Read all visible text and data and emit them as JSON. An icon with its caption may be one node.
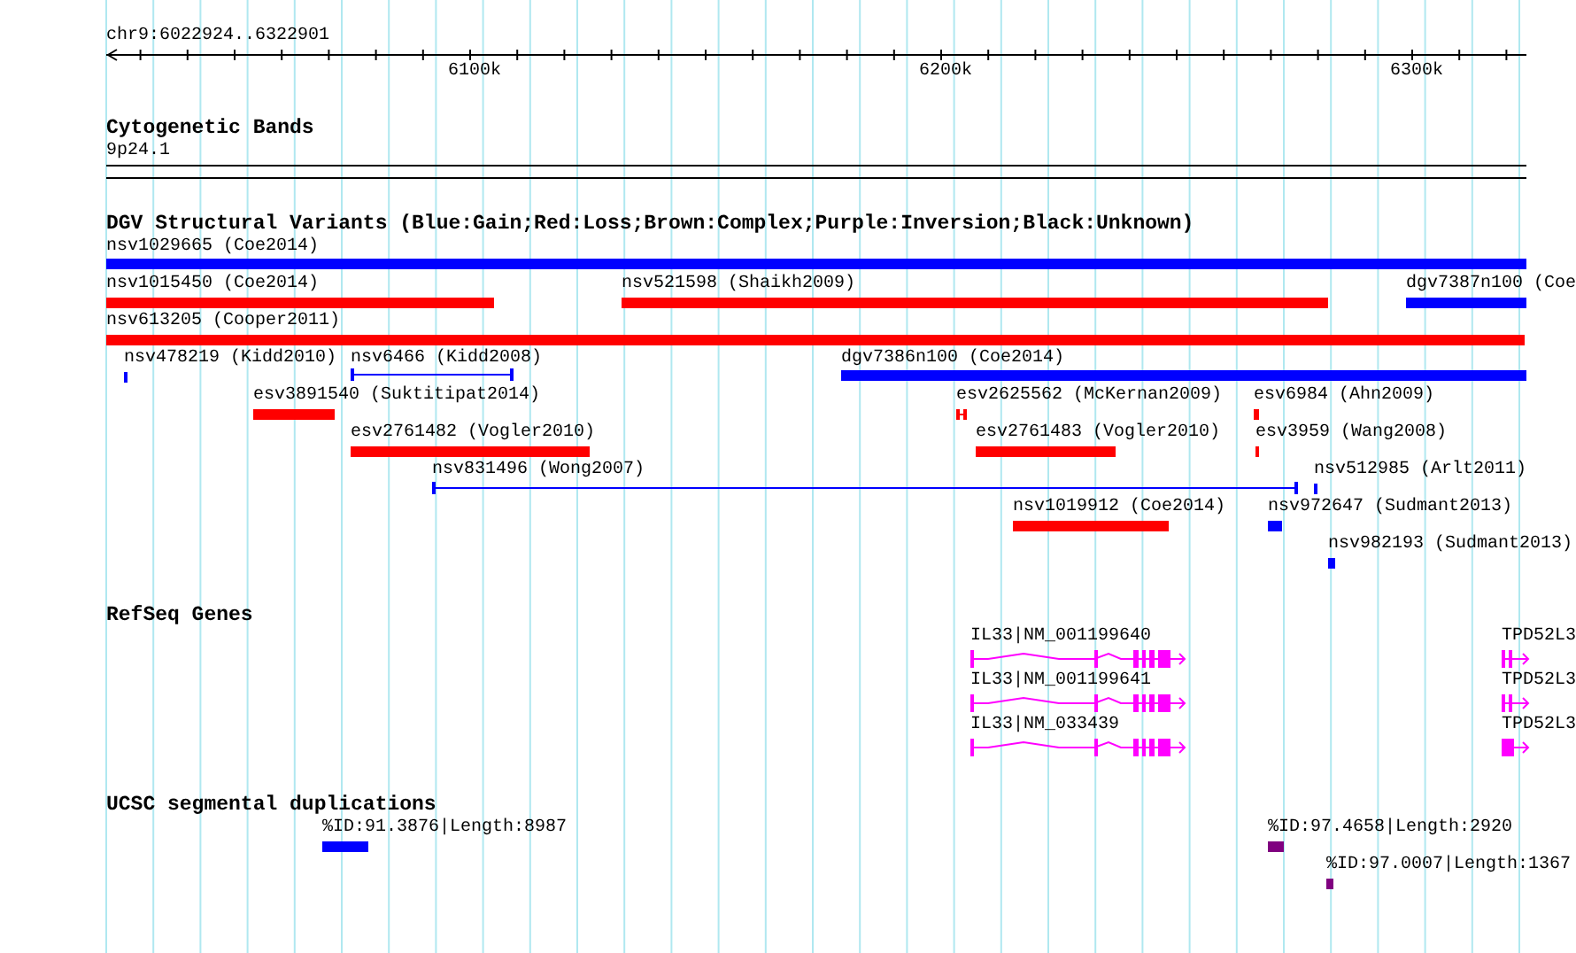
{
  "diagram": {
    "title": "chr9:6022924..6322901",
    "nodes": [
      {
        "text": [
          "nsv1029665 (Coe2014)"
        ]
      },
      {
        "text": [
          "nsv1015450 (Coe2014)"
        ]
      },
      {
        "text": [
          "nsv521598 (Shaikh2009)"
        ]
      },
      {
        "text": [
          "dgv7387n100 (Coe"
        ]
      },
      {
        "text": [
          "nsv613205 (Cooper2011)"
        ]
      },
      {
        "text": [
          "nsv478219 (Kidd2010)"
        ]
      },
      {
        "text": [
          "nsv6466 (Kidd2008)"
        ]
      },
      {
        "text": [
          "dgv7386n100 (Coe2014)"
        ]
      },
      {
        "text": [
          "esv3891540 (Suktitipat2014)"
        ]
      },
      {
        "text": [
          "esv2625562 (McKernan2009)"
        ]
      },
      {
        "text": [
          "esv6984 (Ahn2009)"
        ]
      },
      {
        "text": [
          "esv2761482 (Vogler2010)"
        ]
      },
      {
        "text": [
          "esv2761483 (Vogler2010)"
        ]
      },
      {
        "text": [
          "esv3959 (Wang2008)"
        ]
      },
      {
        "text": [
          "nsv831496 (Wong2007)"
        ]
      },
      {
        "text": [
          "nsv512985 (Arlt2011)"
        ]
      },
      {
        "text": [
          "nsv1019912 (Coe2014)"
        ]
      },
      {
        "text": [
          "nsv972647 (Sudmant2013)"
        ]
      },
      {
        "text": [
          "nsv982193 (Sudmant2013)"
        ]
      },
      {
        "text": [
          "IL33|NM_001199640"
        ]
      },
      {
        "text": [
          "TPD52L3"
        ]
      },
      {
        "text": [
          "IL33|NM_001199641"
        ]
      },
      {
        "text": [
          "TPD52L3"
        ]
      },
      {
        "text": [
          "IL33|NM_033439"
        ]
      },
      {
        "text": [
          "TPD52L3"
        ]
      },
      {
        "text": [
          "%ID:91.3876|Length:8987"
        ]
      },
      {
        "text": [
          "%ID:97.4658|Length:2920"
        ]
      },
      {
        "text": [
          "%ID:97.0007|Length:1367"
        ]
      }
    ],
    "labels": [
      "6100k",
      "6200k",
      "6300k",
      "Cytogenetic Bands",
      "9p24.1",
      "DGV Structural Variants (Blue:Gain;Red:Loss;Brown:Complex;Purple:Inversion;Black:Unknown)",
      "RefSeq Genes",
      "UCSC segmental duplications"
    ]
  }
}
